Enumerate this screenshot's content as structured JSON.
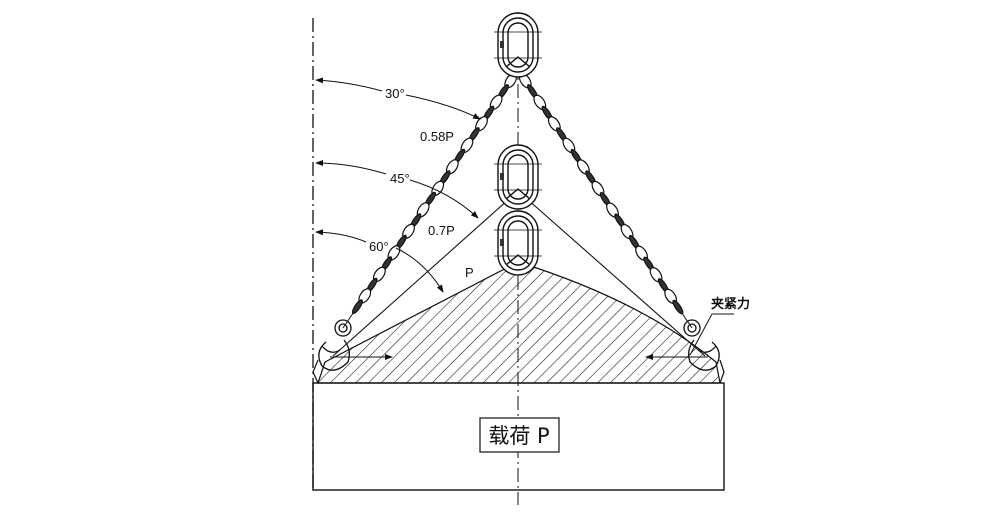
{
  "diagram": {
    "angles": [
      {
        "label": "30°",
        "force": "0.58P"
      },
      {
        "label": "45°",
        "force": "0.7P"
      },
      {
        "label": "60°",
        "force": "P"
      }
    ],
    "clamp_force_label": "夹紧力",
    "load_label": "载荷 P",
    "colors": {
      "ink": "#111111",
      "background": "#ffffff"
    }
  }
}
